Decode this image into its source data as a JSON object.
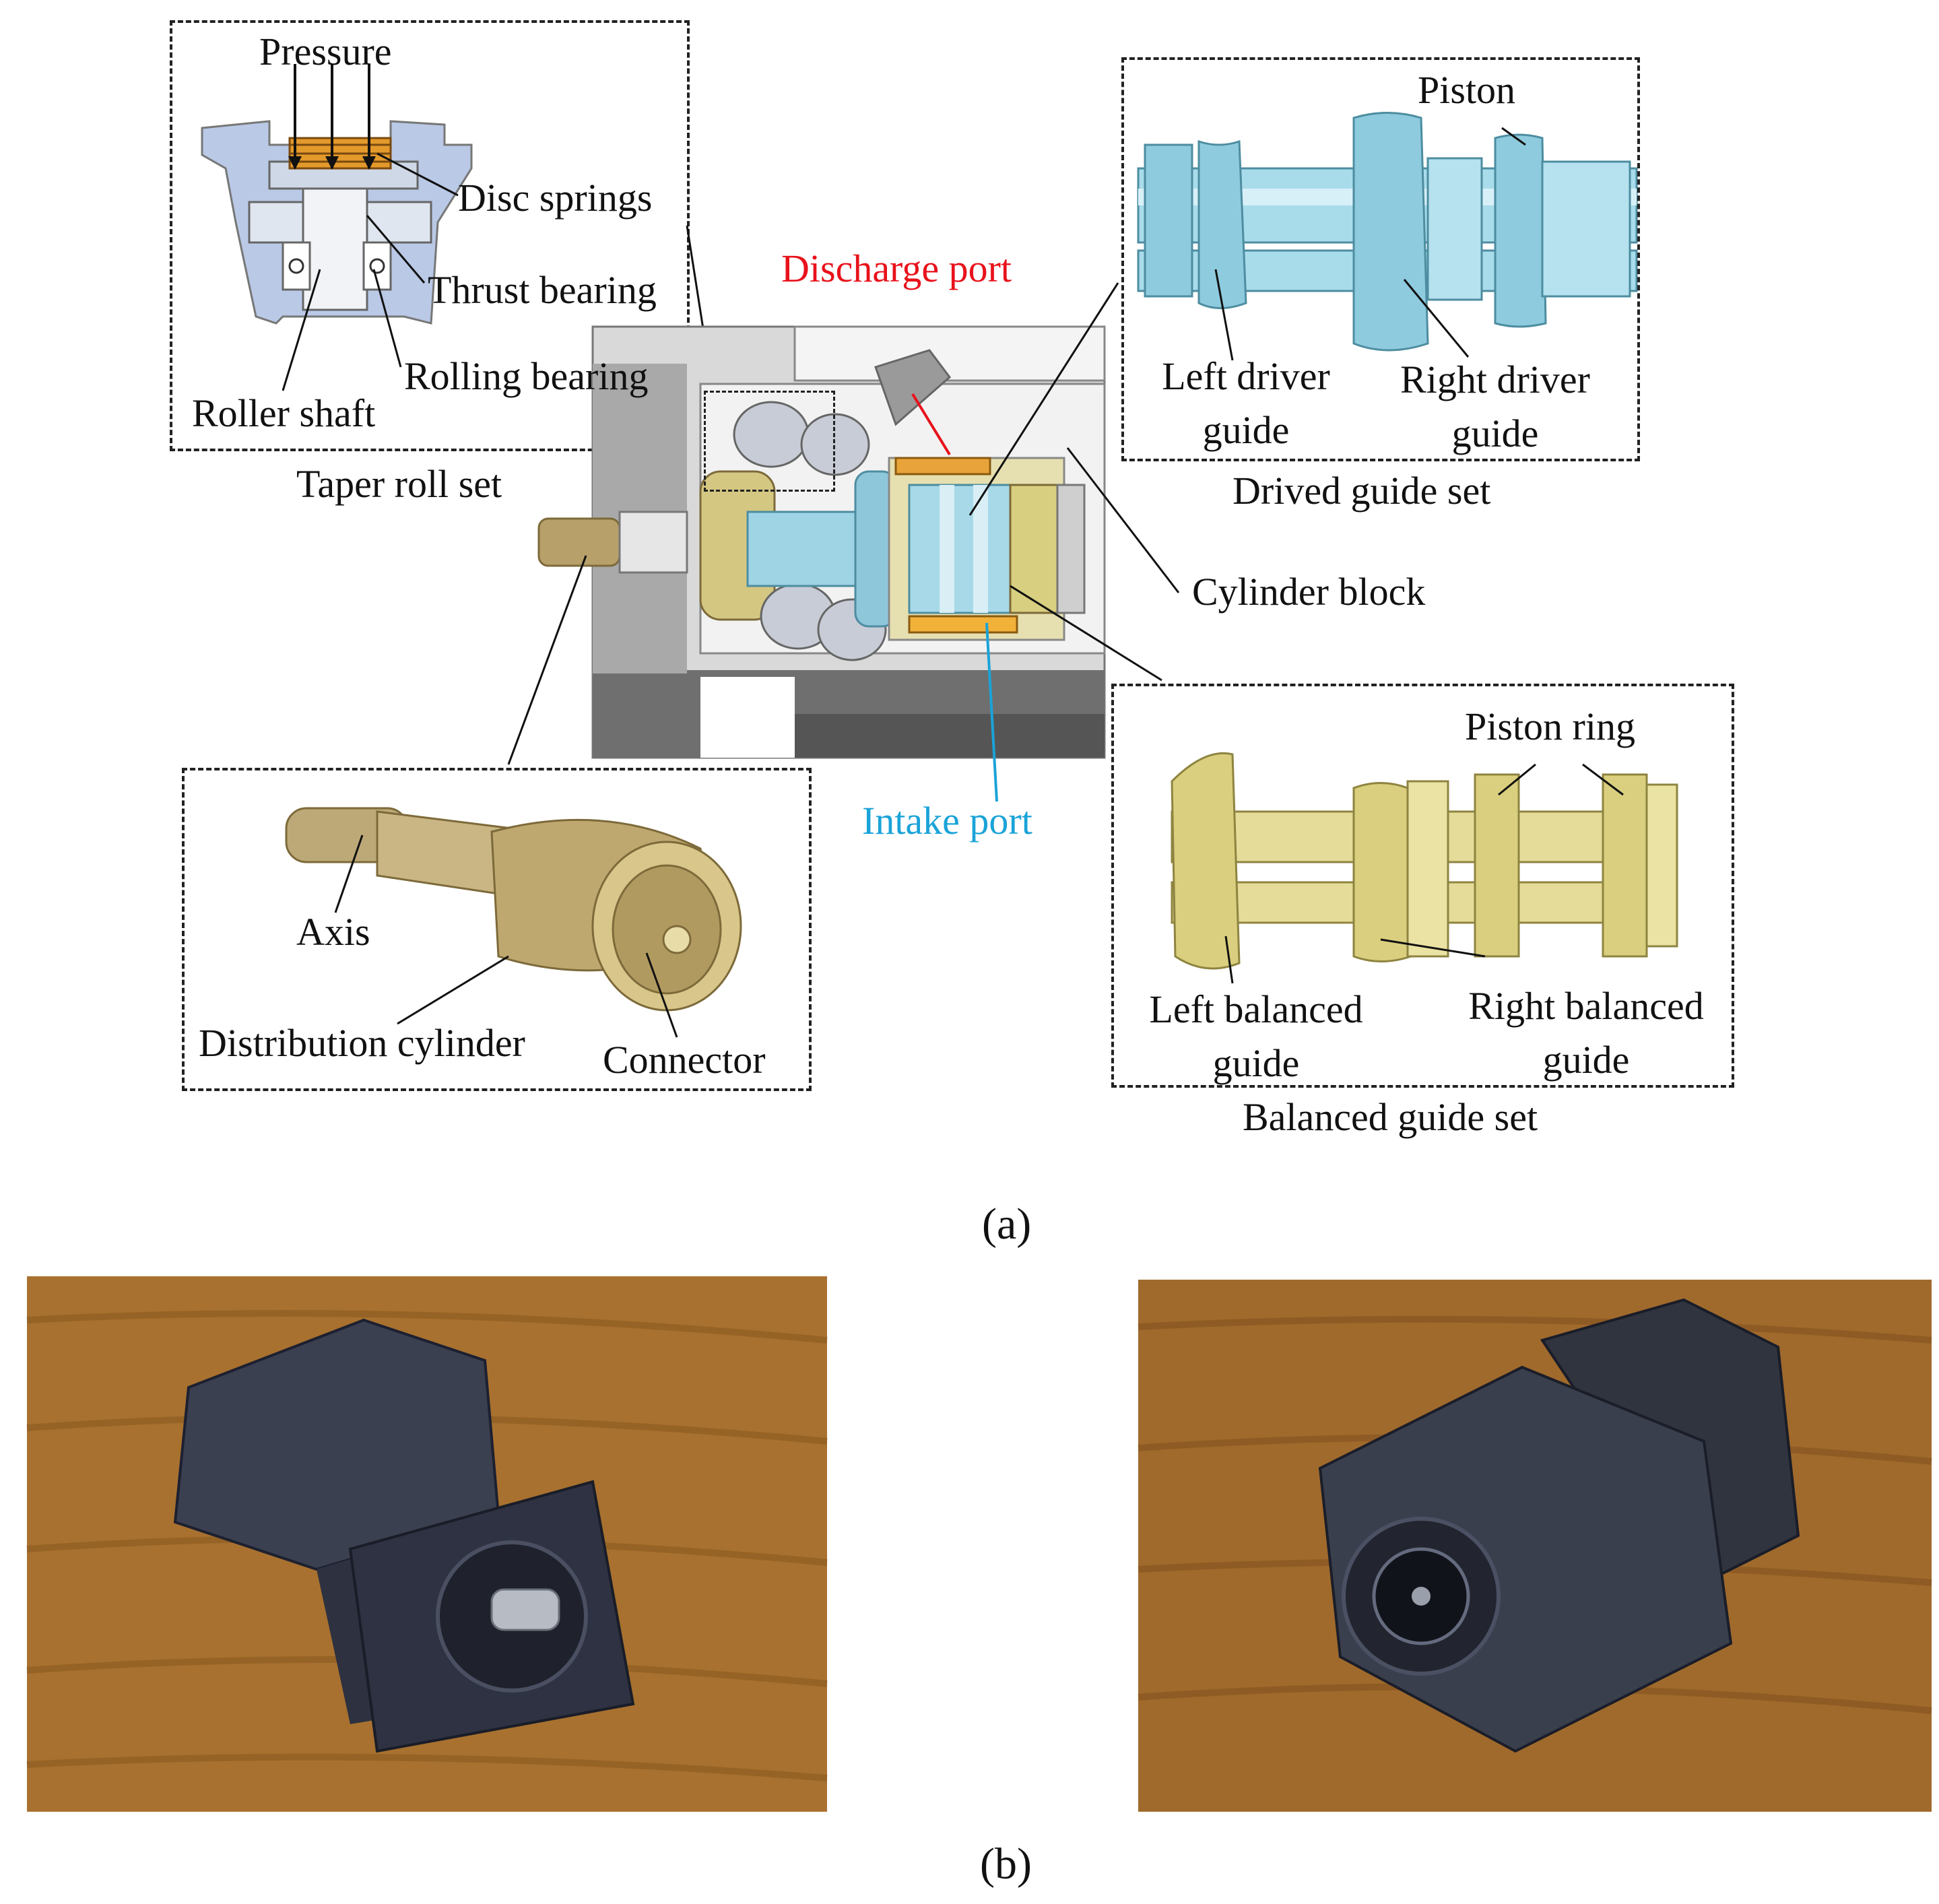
{
  "figure": {
    "panel_a": {
      "caption": "(a)",
      "taper_roll_set": {
        "title": "Taper roll set",
        "labels": {
          "pressure": "Pressure",
          "disc_springs": "Disc springs",
          "thrust_bearing": "Thrust bearing",
          "rolling_bearing": "Rolling bearing",
          "roller_shaft": "Roller shaft"
        }
      },
      "drived_guide_set": {
        "title": "Drived guide set",
        "labels": {
          "piston": "Piston",
          "left_driver_guide_1": "Left driver",
          "left_driver_guide_2": "guide",
          "right_driver_guide_1": "Right driver",
          "right_driver_guide_2": "guide"
        }
      },
      "center": {
        "discharge_port": "Discharge port",
        "intake_port": "Intake port",
        "cylinder_block": "Cylinder block"
      },
      "distribution_set": {
        "labels": {
          "axis": "Axis",
          "distribution_cylinder": "Distribution cylinder",
          "connector": "Connector"
        }
      },
      "balanced_guide_set": {
        "title": "Balanced guide set",
        "labels": {
          "piston_ring": "Piston ring",
          "left_balanced_guide_1": "Left balanced",
          "left_balanced_guide_2": "guide",
          "right_balanced_guide_1": "Right balanced",
          "right_balanced_guide_2": "guide"
        }
      }
    },
    "panel_b": {
      "caption": "(b)"
    },
    "colors": {
      "discharge_port": "#e8121b",
      "intake_port": "#1aa3d8",
      "driver_parts": "#8fd1e0",
      "balanced_parts": "#ddd68a",
      "housing": "#8e8e8e",
      "wood": "#a8712f"
    }
  }
}
